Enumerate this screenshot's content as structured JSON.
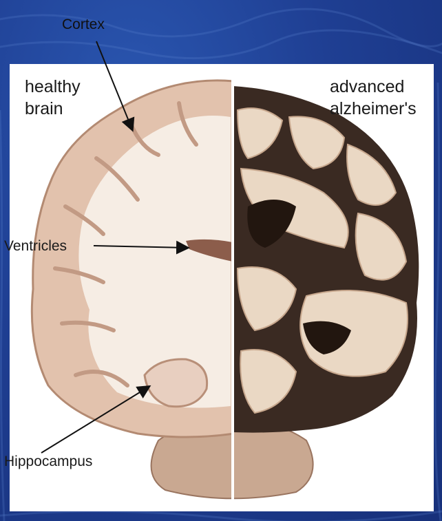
{
  "captions": {
    "left_line1": "healthy",
    "left_line2": "brain",
    "right_line1": "advanced",
    "right_line2": "alzheimer's"
  },
  "labels": {
    "cortex": "Cortex",
    "ventricles": "Ventricles",
    "hippocampus": "Hippocampus"
  },
  "colors": {
    "background_blue": "#1f3f93",
    "panel": "#ffffff",
    "healthy_tissue": "#ecd3c0",
    "white_matter": "#f6ede4",
    "atrophied_tissue": "#ead8c4",
    "cavity": "#3a2a22"
  }
}
